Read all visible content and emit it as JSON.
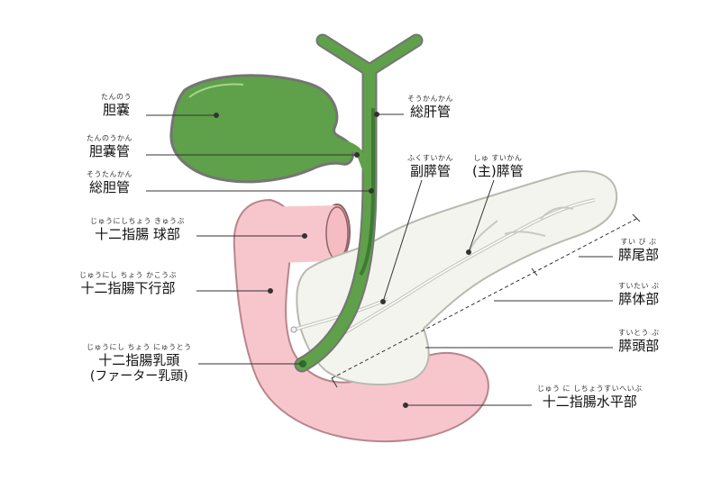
{
  "labels": {
    "gallbladder": {
      "ruby": "たんのう",
      "text": "胆嚢"
    },
    "cystic_duct": {
      "ruby": "たんのうかん",
      "text": "胆嚢管"
    },
    "common_bile_duct": {
      "ruby": "そうたんかん",
      "text": "総胆管"
    },
    "common_hepatic_duct": {
      "ruby": "そうかんかん",
      "text": "総肝管"
    },
    "accessory_pancreatic_duct": {
      "ruby": "ふくすいかん",
      "text": "副膵管"
    },
    "main_pancreatic_duct": {
      "ruby": "しゅ すいかん",
      "text": "(主)膵管"
    },
    "duodenal_bulb": {
      "ruby": "じゅうにしちょう きゅうぶ",
      "text": "十二指腸 球部"
    },
    "descending_duodenum": {
      "ruby": "じゅうにし ちょう かこうぶ",
      "text": "十二指腸下行部"
    },
    "duodenal_papilla": {
      "ruby": "じゅうにし ちょう にゅうとう",
      "text": "十二指腸乳頭",
      "subtext": "(ファーター乳頭)"
    },
    "pancreatic_tail": {
      "ruby": "すい び ぶ",
      "text": "膵尾部"
    },
    "pancreatic_body": {
      "ruby": "すいたい ぶ",
      "text": "膵体部"
    },
    "pancreatic_head": {
      "ruby": "すいとう ぶ",
      "text": "膵頭部"
    },
    "horizontal_duodenum": {
      "ruby": "じゅう に しちょうすいへいぶ",
      "text": "十二指腸水平部"
    }
  },
  "colors": {
    "duodenum_fill": "#f7c6cc",
    "duodenum_stroke": "#b6868c",
    "pancreas_fill": "#f4f4ef",
    "pancreas_stroke": "#b9b9b0",
    "bile_fill": "#5fa04a",
    "bile_dark": "#2f6b2a",
    "leader_line": "#333333"
  }
}
